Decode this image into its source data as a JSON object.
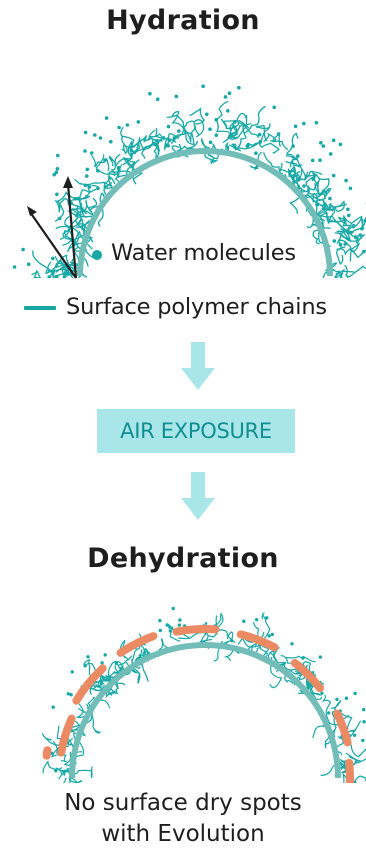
{
  "hydration": {
    "title": "Hydration"
  },
  "legend": {
    "water": "Water molecules",
    "chain": "Surface polymer chains"
  },
  "process": {
    "step_label": "AIR EXPOSURE"
  },
  "dehydration": {
    "title": "Dehydration",
    "caption_line1": "No surface dry spots",
    "caption_line2": "with Evolution"
  },
  "colors": {
    "teal": "#17a8a6",
    "surface": "#72bdb8",
    "exposure_box": "#a9e6ea",
    "exposure_text": "#118f93",
    "arrow": "#a9e6ea",
    "dry_spot": "#ec8a64",
    "text": "#1e1e1e"
  }
}
